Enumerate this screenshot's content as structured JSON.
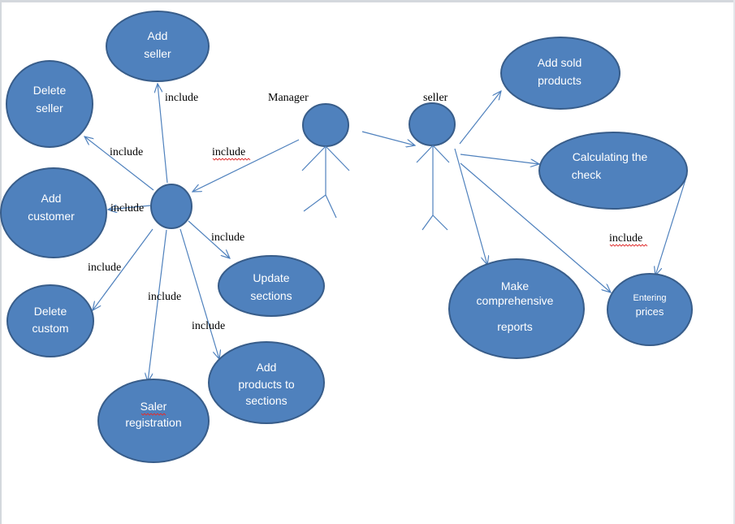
{
  "actors": {
    "manager": "Manager",
    "seller": "seller"
  },
  "relation_label": "include",
  "use_cases": {
    "add_seller": [
      "Add",
      "seller"
    ],
    "delete_seller": [
      "Delete",
      "seller"
    ],
    "add_customer": [
      "Add",
      "customer"
    ],
    "delete_custom": [
      "Delete",
      "custom"
    ],
    "saler_registration": [
      "Saler",
      "registration"
    ],
    "add_products_to_sections": [
      "Add",
      "products to",
      "sections"
    ],
    "update_sections": [
      "Update",
      "sections"
    ],
    "add_sold_products": [
      "Add sold",
      "products"
    ],
    "calculating_the_check": [
      "Calculating the",
      "check"
    ],
    "make_comprehensive_reports": [
      "Make",
      "comprehensive",
      "reports"
    ],
    "entering_prices": [
      "Entering",
      "prices"
    ]
  },
  "colors": {
    "use_case_fill": "#4f81bd",
    "use_case_border": "#385d8a",
    "connector": "#4f81bd",
    "spellcheck_underline": "#e03030"
  }
}
